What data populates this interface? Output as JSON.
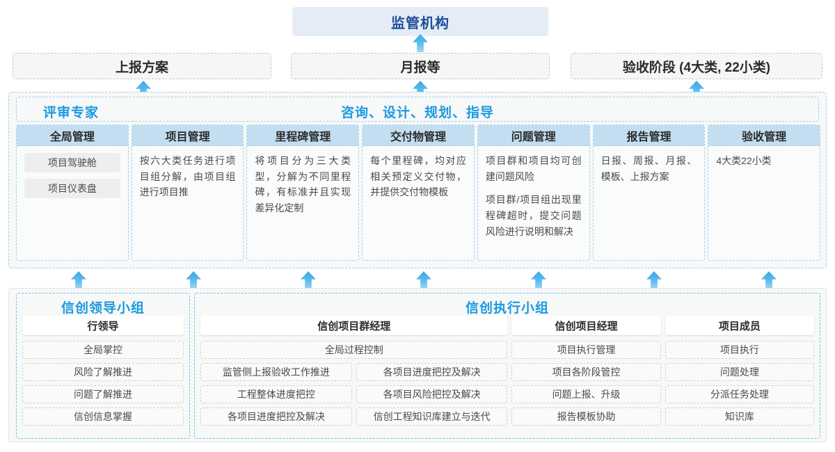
{
  "top": {
    "regulator": "监管机构",
    "reports": [
      "上报方案",
      "月报等",
      "验收阶段 (4大类, 22小类)"
    ]
  },
  "middle": {
    "title_left": "评审专家",
    "title_center": "咨询、设计、规划、指导",
    "cards": [
      {
        "head": "全局管理",
        "pills": [
          "项目驾驶舱",
          "项目仪表盘"
        ],
        "paras": []
      },
      {
        "head": "项目管理",
        "pills": [],
        "paras": [
          "按六大类任务进行项目组分解，由项目组进行项目推"
        ]
      },
      {
        "head": "里程碑管理",
        "pills": [],
        "paras": [
          "将项目分为三大类型，分解为不同里程碑，有标准并且实现差异化定制"
        ]
      },
      {
        "head": "交付物管理",
        "pills": [],
        "paras": [
          "每个里程碑，均对应相关预定义交付物，并提供交付物模板"
        ]
      },
      {
        "head": "问题管理",
        "pills": [],
        "paras": [
          "项目群和项目均可创建问题风险",
          "项目群/项目组出现里程碑超时，提交问题风险进行说明和解决"
        ]
      },
      {
        "head": "报告管理",
        "pills": [],
        "paras": [
          "日报、周报、月报、模板、上报方案"
        ]
      },
      {
        "head": "验收管理",
        "pills": [],
        "paras": [
          "4大类22小类"
        ]
      }
    ]
  },
  "bottom": {
    "leading_group": {
      "title": "信创领导小组",
      "col_head": "行领导",
      "items": [
        "全局掌控",
        "风险了解推进",
        "问题了解推进",
        "信创信息掌握"
      ]
    },
    "exec_group": {
      "title": "信创执行小组",
      "columns": [
        {
          "head": "信创项目群经理",
          "full_width_item": "全局过程控制",
          "sub_left": [
            "监管侧上报验收工作推进",
            "工程整体进度把控",
            "各项目进度把控及解决"
          ],
          "sub_right": [
            "各项目进度把控及解决",
            "各项目风险把控及解决",
            "信创工程知识库建立与迭代"
          ]
        },
        {
          "head": "信创项目经理",
          "items": [
            "项目执行管理",
            "项目各阶段管控",
            "问题上报、升级",
            "报告模板协助"
          ]
        },
        {
          "head": "项目成员",
          "items": [
            "项目执行",
            "问题处理",
            "分派任务处理",
            "知识库"
          ]
        }
      ]
    }
  },
  "colors": {
    "accent_blue": "#1a9ae0",
    "regulator_text": "#1d4e9c",
    "regulator_bg": "#e6ecf5",
    "card_head_bg": "#c2def0",
    "dashed_blue": "#9fd0ee"
  }
}
